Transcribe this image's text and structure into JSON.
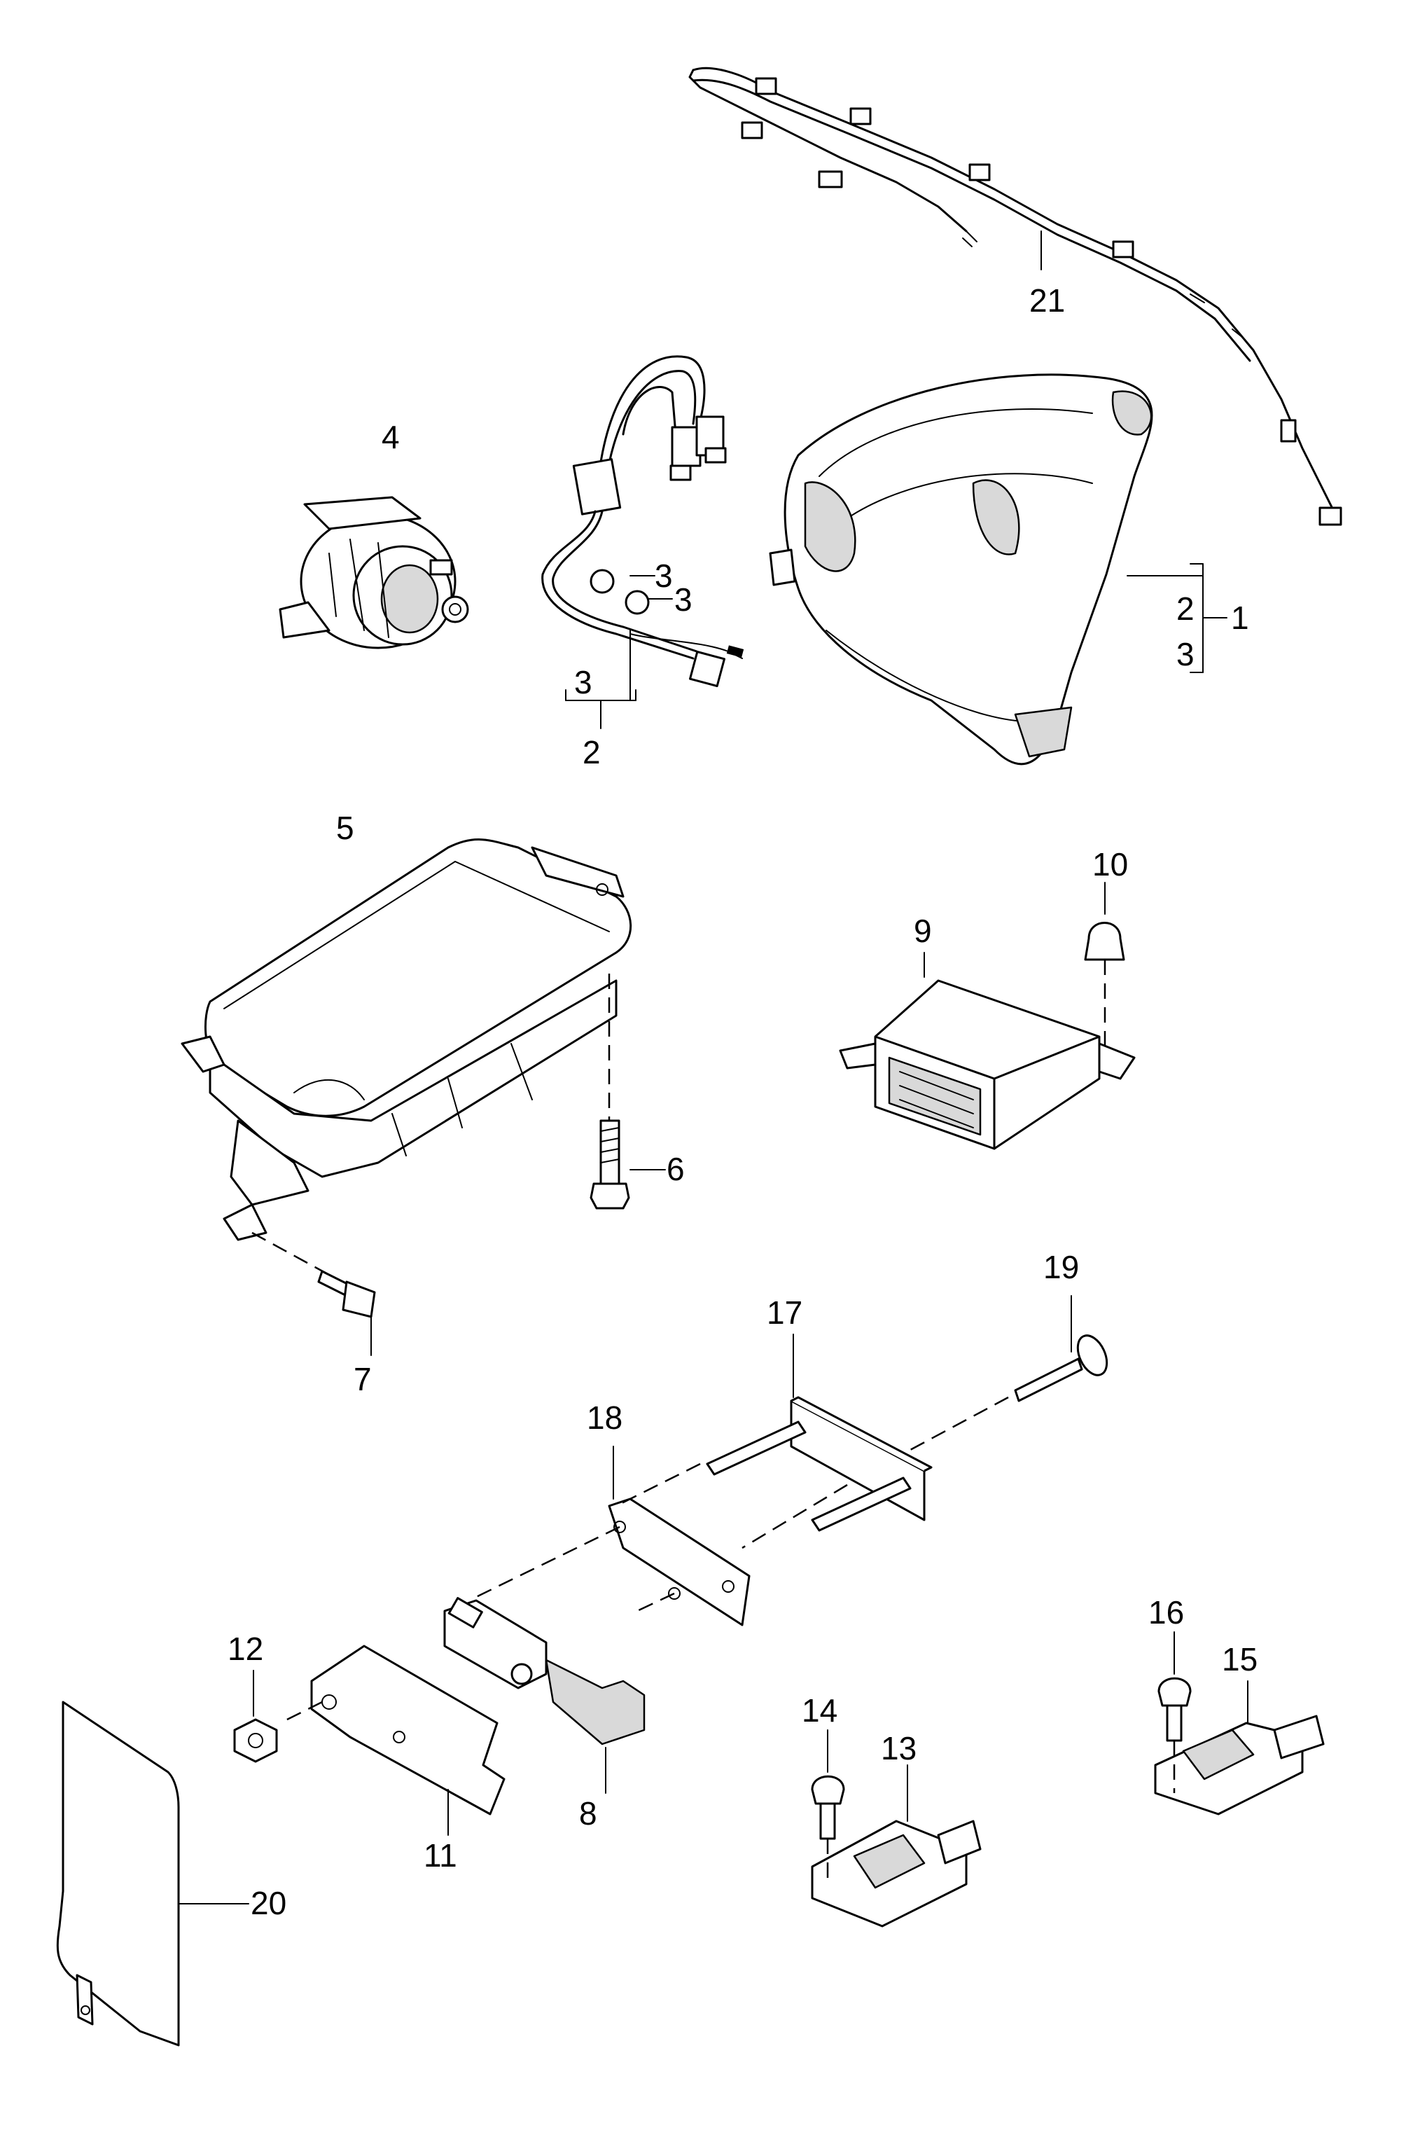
{
  "diagram": {
    "callouts": [
      {
        "id": "c1",
        "text": "1"
      },
      {
        "id": "c2a",
        "text": "2"
      },
      {
        "id": "c3a",
        "text": "3"
      },
      {
        "id": "c2b",
        "text": "2"
      },
      {
        "id": "c3b",
        "text": "3"
      },
      {
        "id": "c3c",
        "text": "3"
      },
      {
        "id": "c3d",
        "text": "3"
      },
      {
        "id": "c4",
        "text": "4"
      },
      {
        "id": "c5",
        "text": "5"
      },
      {
        "id": "c6",
        "text": "6"
      },
      {
        "id": "c7",
        "text": "7"
      },
      {
        "id": "c8",
        "text": "8"
      },
      {
        "id": "c9",
        "text": "9"
      },
      {
        "id": "c10",
        "text": "10"
      },
      {
        "id": "c11",
        "text": "11"
      },
      {
        "id": "c12",
        "text": "12"
      },
      {
        "id": "c13",
        "text": "13"
      },
      {
        "id": "c14",
        "text": "14"
      },
      {
        "id": "c15",
        "text": "15"
      },
      {
        "id": "c16",
        "text": "16"
      },
      {
        "id": "c17",
        "text": "17"
      },
      {
        "id": "c18",
        "text": "18"
      },
      {
        "id": "c19",
        "text": "19"
      },
      {
        "id": "c20",
        "text": "20"
      },
      {
        "id": "c21",
        "text": "21"
      }
    ]
  }
}
